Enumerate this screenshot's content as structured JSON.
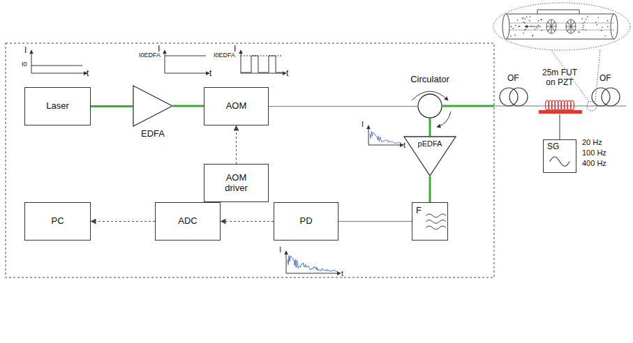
{
  "diagram": {
    "nodes": [
      {
        "text": [
          "Laser"
        ]
      },
      {
        "text": [
          "EDFA"
        ]
      },
      {
        "text": [
          "AOM"
        ]
      },
      {
        "text": [
          "AOM driver"
        ]
      },
      {
        "text": [
          "Circulator"
        ]
      },
      {
        "text": [
          "pEDFA"
        ]
      },
      {
        "text": [
          "F"
        ]
      },
      {
        "text": [
          "PD"
        ]
      },
      {
        "text": [
          "ADC"
        ]
      },
      {
        "text": [
          "PC"
        ]
      },
      {
        "text": [
          "SG"
        ]
      }
    ],
    "edges": [
      {
        "from": 0,
        "to": 1,
        "arrow": "none"
      },
      {
        "from": 1,
        "to": 2,
        "arrow": "none"
      },
      {
        "from": 3,
        "to": 2,
        "arrow": "to"
      },
      {
        "from": 2,
        "to": 4,
        "arrow": "none"
      },
      {
        "from": 4,
        "to": 5,
        "arrow": "none"
      },
      {
        "from": 5,
        "to": 6,
        "arrow": "none"
      },
      {
        "from": 6,
        "to": 7,
        "arrow": "none"
      },
      {
        "from": 7,
        "to": 8,
        "arrow": "to"
      },
      {
        "from": 8,
        "to": 9,
        "arrow": "to"
      }
    ],
    "labels": [
      "I",
      "t",
      "I0",
      "I0EDFA",
      "I",
      "t",
      "I0EDFA",
      "I",
      "t",
      "I",
      "t",
      "I",
      "t",
      "OF",
      "OF",
      "25m FUT on PZT",
      "20 Hz",
      "100 Hz",
      "400 Hz"
    ]
  }
}
